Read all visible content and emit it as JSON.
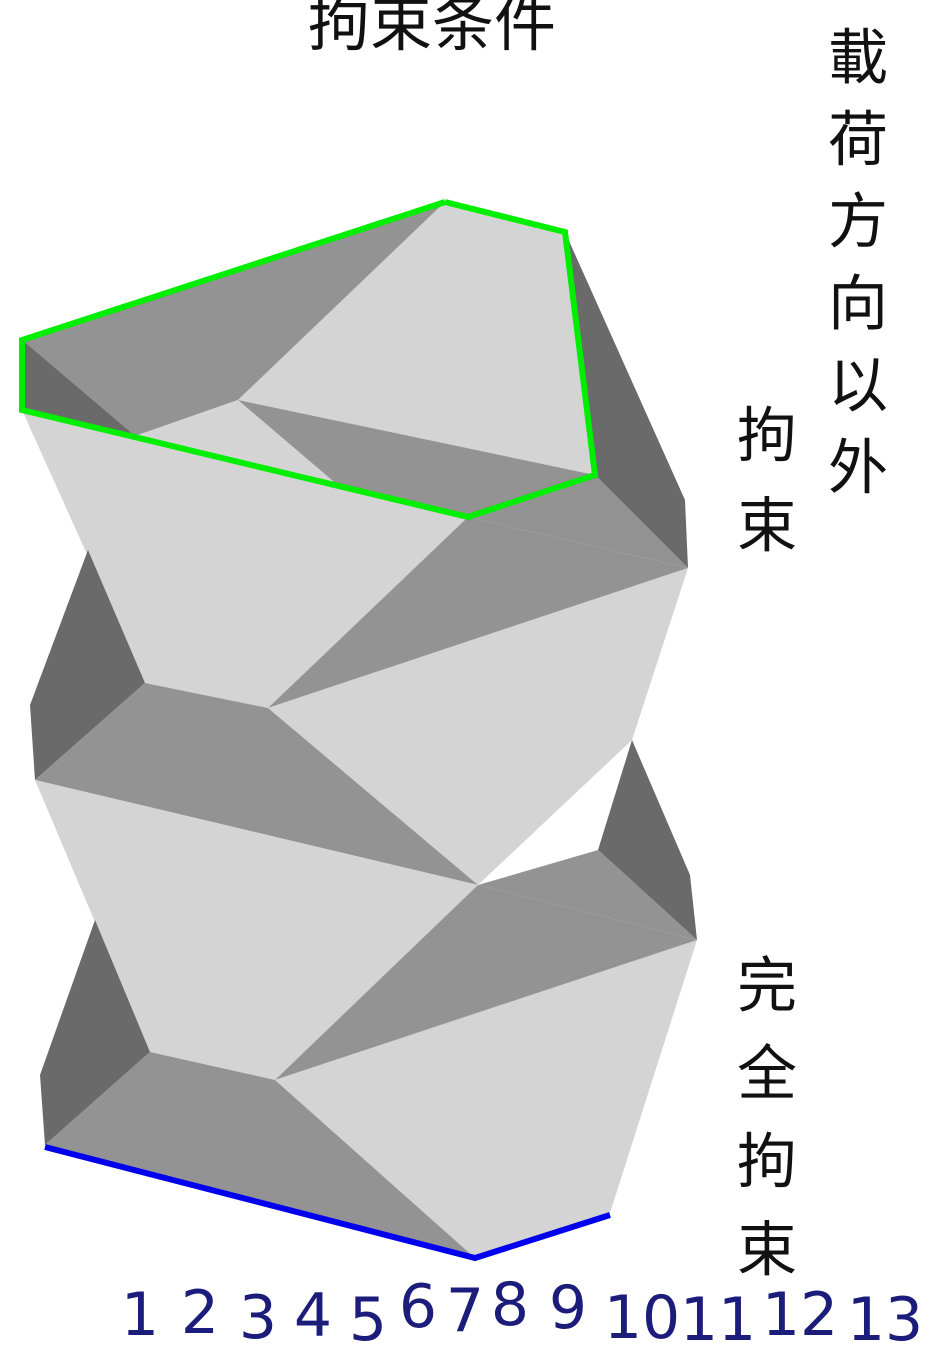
{
  "title": "拘束条件",
  "labels": {
    "top_constraint_outer": "載荷方向以外",
    "top_constraint_inner": "拘束",
    "bottom_constraint": "完全拘束"
  },
  "numbering": [
    "1",
    "2",
    "3",
    "4",
    "5",
    "6",
    "7",
    "8",
    "9",
    "10",
    "11",
    "12",
    "13"
  ],
  "colors": {
    "top_edge": "#00ee00",
    "bottom_edge": "#0000ee",
    "face_light": "#d4d4d4",
    "face_mid": "#939393",
    "face_dark": "#6a6a6a",
    "number_text": "#1c1c7a"
  }
}
